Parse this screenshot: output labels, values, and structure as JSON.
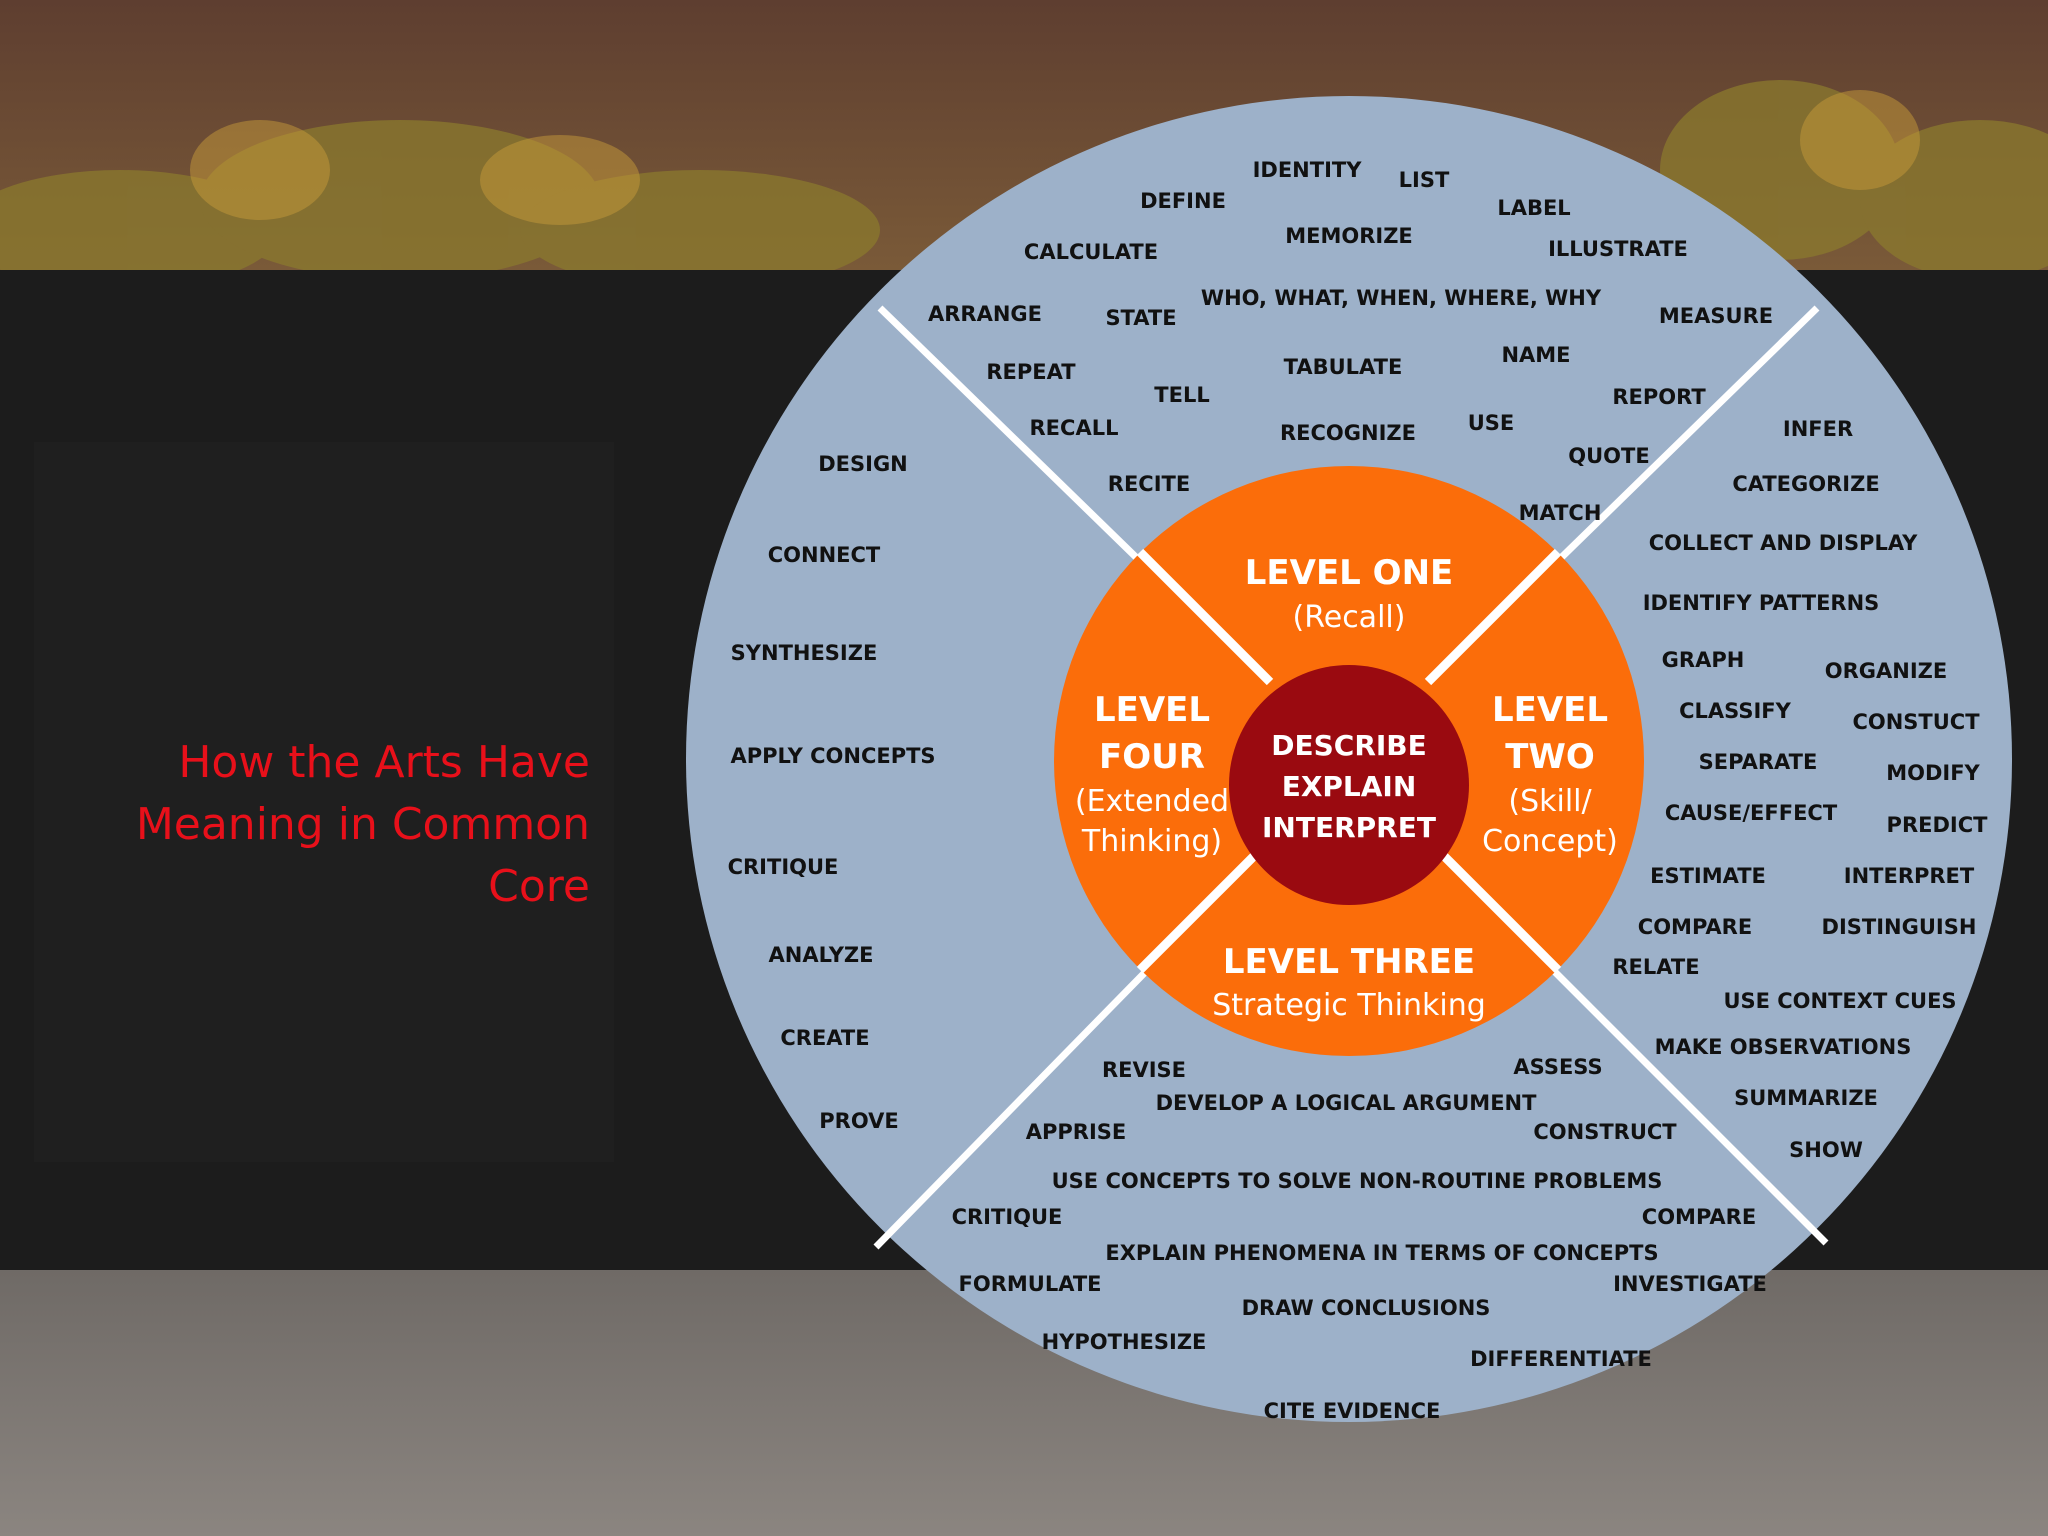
{
  "title": "How the Arts Have Meaning in Common Core",
  "core": [
    "DESCRIBE",
    "EXPLAIN",
    "INTERPRET"
  ],
  "levels": [
    {
      "title": "LEVEL ONE",
      "subtitle": "(Recall)"
    },
    {
      "title_lines": [
        "LEVEL",
        "TWO"
      ],
      "subtitle_lines": [
        "(Skill/",
        "Concept)"
      ]
    },
    {
      "title": "LEVEL THREE",
      "subtitle": "Strategic Thinking"
    },
    {
      "title_lines": [
        "LEVEL",
        "FOUR"
      ],
      "subtitle_lines": [
        "(Extended",
        "Thinking)"
      ]
    }
  ],
  "words": {
    "level_one": [
      "IDENTITY",
      "LIST",
      "DEFINE",
      "LABEL",
      "MEMORIZE",
      "CALCULATE",
      "ILLUSTRATE",
      "WHO, WHAT, WHEN, WHERE, WHY",
      "ARRANGE",
      "STATE",
      "MEASURE",
      "NAME",
      "TABULATE",
      "REPEAT",
      "TELL",
      "REPORT",
      "RECALL",
      "USE",
      "RECOGNIZE",
      "QUOTE",
      "RECITE",
      "MATCH"
    ],
    "level_two": [
      "INFER",
      "CATEGORIZE",
      "COLLECT AND DISPLAY",
      "IDENTIFY PATTERNS",
      "GRAPH",
      "ORGANIZE",
      "CLASSIFY",
      "CONSTUCT",
      "SEPARATE",
      "MODIFY",
      "CAUSE/EFFECT",
      "PREDICT",
      "ESTIMATE",
      "INTERPRET",
      "COMPARE",
      "DISTINGUISH",
      "RELATE",
      "USE CONTEXT CUES",
      "MAKE OBSERVATIONS",
      "SUMMARIZE",
      "SHOW"
    ],
    "level_three": [
      "REVISE",
      "ASSESS",
      "DEVELOP A LOGICAL ARGUMENT",
      "APPRISE",
      "CONSTRUCT",
      "USE CONCEPTS TO SOLVE NON-ROUTINE PROBLEMS",
      "CRITIQUE",
      "COMPARE",
      "EXPLAIN PHENOMENA IN TERMS OF CONCEPTS",
      "FORMULATE",
      "INVESTIGATE",
      "DRAW CONCLUSIONS",
      "HYPOTHESIZE",
      "DIFFERENTIATE",
      "CITE EVIDENCE"
    ],
    "level_four": [
      "DESIGN",
      "CONNECT",
      "SYNTHESIZE",
      "APPLY CONCEPTS",
      "CRITIQUE",
      "ANALYZE",
      "CREATE",
      "PROVE"
    ]
  },
  "colors": {
    "outer_ring": "#9db1c9",
    "level_ring": "#fb6d0a",
    "core": "#9a0a10",
    "title": "#e8101a",
    "divider": "#ffffff"
  }
}
